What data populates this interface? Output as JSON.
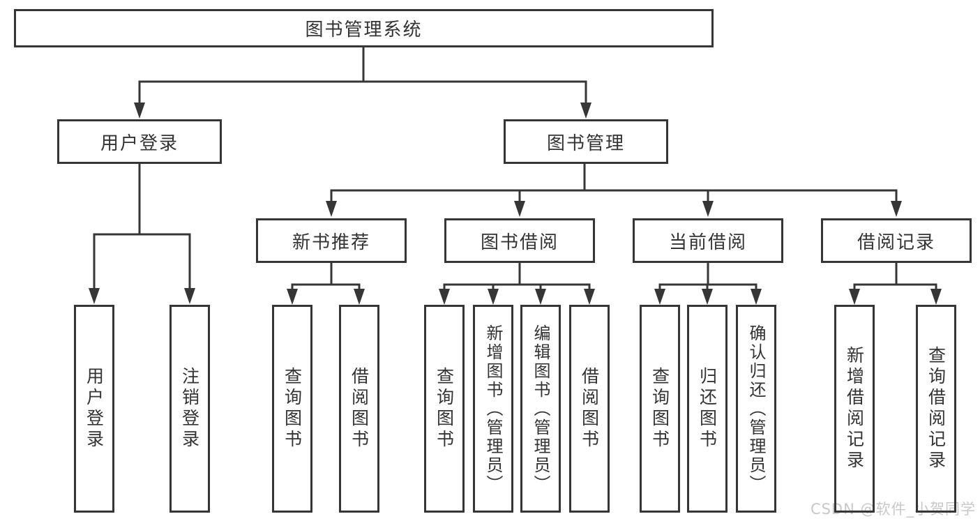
{
  "tree": {
    "root": "图书管理系统",
    "branches": [
      {
        "label": "用户登录",
        "children": [
          "用户登录",
          "注销登录"
        ]
      },
      {
        "label": "图书管理",
        "groups": [
          {
            "label": "新书推荐",
            "children": [
              "查询图书",
              "借阅图书"
            ]
          },
          {
            "label": "图书借阅",
            "children": [
              "查询图书",
              "新增图书（管理员）",
              "编辑图书（管理员）",
              "借阅图书"
            ]
          },
          {
            "label": "当前借阅",
            "children": [
              "查询图书",
              "归还图书",
              "确认归还（管理员）"
            ]
          },
          {
            "label": "借阅记录",
            "children": [
              "新增借阅记录",
              "查询借阅记录"
            ]
          }
        ]
      }
    ]
  },
  "watermark": "CSDN @软件_小贺同学",
  "colors": {
    "line": "#363636",
    "box_border": "#363636",
    "text": "#333333",
    "background": "#ffffff",
    "watermark": "#c8c8c8"
  }
}
